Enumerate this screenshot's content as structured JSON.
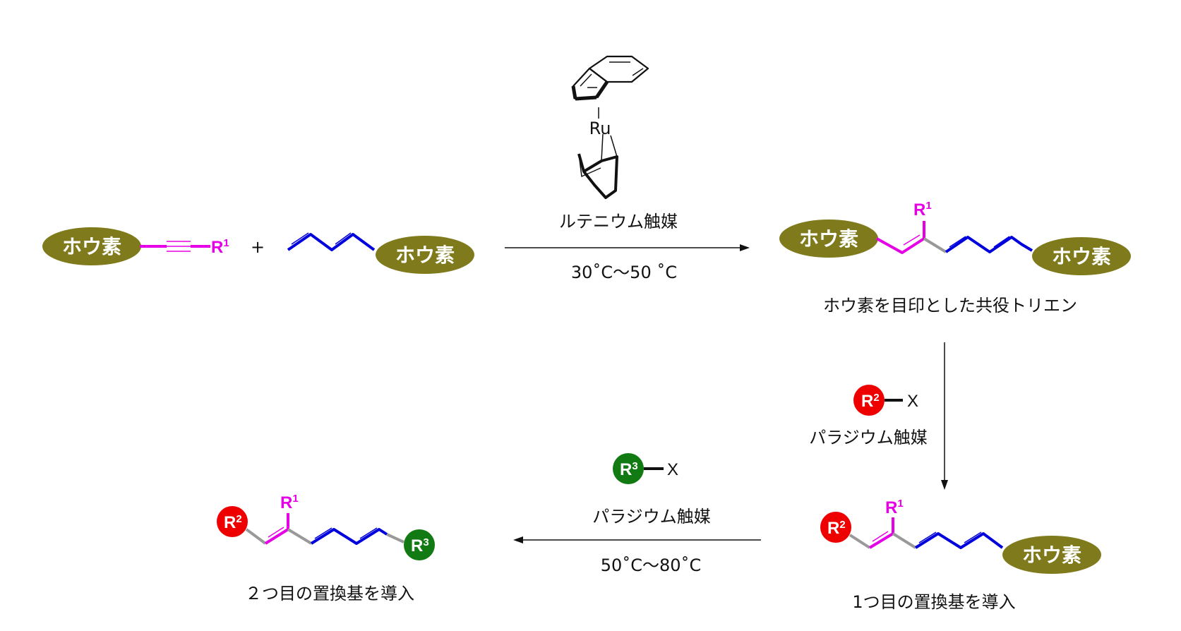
{
  "boron_label": "ホウ素",
  "substituents": {
    "r1": "R",
    "r1_sup": "1",
    "r2": "R",
    "r2_sup": "2",
    "r3": "R",
    "r3_sup": "3",
    "leaving_group": "X"
  },
  "plus_sign": "+",
  "step1": {
    "metal": "Ru",
    "catalyst": "ルテニウム触媒",
    "conditions": "30˚C〜50 ˚C",
    "product_caption": "ホウ素を目印とした共役トリエン"
  },
  "step2": {
    "catalyst": "パラジウム触媒",
    "product_caption": "1つ目の置換基を導入"
  },
  "step3": {
    "catalyst": "パラジウム触媒",
    "conditions": "50˚C〜80˚C",
    "product_caption": "２つ目の置換基を導入"
  },
  "colors": {
    "boron_pill": "#7f7a1b",
    "magenta_bond": "#e600e6",
    "blue_bond": "#0000dd",
    "gray_bond": "#999999",
    "r2_circle": "#ee0000",
    "r3_circle": "#127a12",
    "arrow": "#111111"
  }
}
